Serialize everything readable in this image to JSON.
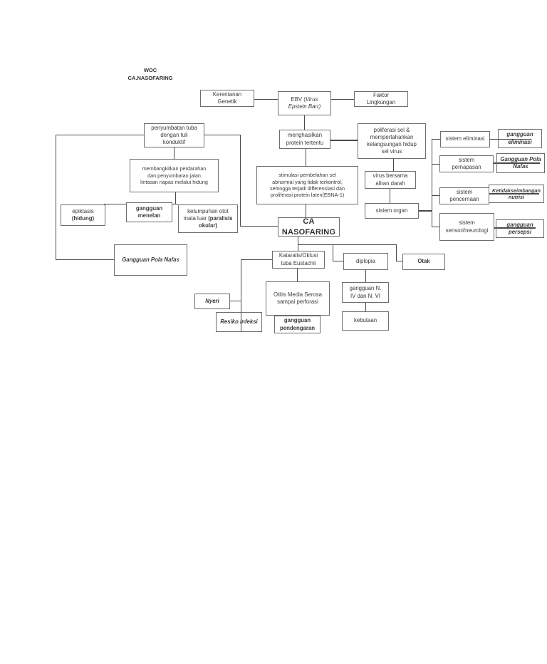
{
  "title": {
    "line1": "WOC",
    "line2": "CA.NASOFARING"
  },
  "colors": {
    "line": "#4a4a4a",
    "box_border": "#6e6e6e",
    "text": "#3a3a3a",
    "background": "#ffffff"
  },
  "nodes": {
    "kerentanan_genetik": {
      "label": "Kerentanan\nGenetik"
    },
    "ebv": {
      "part1": "EBV (",
      "part2_italic": "Virus\nEpstein Barr)"
    },
    "faktor_lingkungan": {
      "label": "Faktor\nLingkungan"
    },
    "penyumbatan_tuba": {
      "label": "penyumbatan tuba\ndengan tuli\nkonduktif"
    },
    "menghasilkan_protein": {
      "label": "menghasilkan\nprotein tertentu"
    },
    "poliferasi_sel": {
      "label": "poliferasi sel &\nmempertahankan\nkelangsungan hidup\nsel virus"
    },
    "virus_aliran_darah": {
      "label": "virus bersama\naliran darah"
    },
    "sistem_organ": {
      "label": "sistem organ"
    },
    "sistem_eliminasi": {
      "label": "sistem eliminasi"
    },
    "gangguan_eliminasi": {
      "label": "gangguan\neliminasi"
    },
    "sistem_pernapasan": {
      "label": "sistem\npernapasan"
    },
    "gangguan_pola_nafas_kanan": {
      "label": "Gangguan Pola\nNafas"
    },
    "sistem_pencernaan": {
      "label": "sistem\npencernaan"
    },
    "ketidakseimbangan_nutrisi": {
      "label": "Ketidakseimbangan\nnutrisi"
    },
    "sistem_sensori": {
      "label": "sistem\nsensori/neurologi"
    },
    "gangguan_persepsi": {
      "label": "gangguan\npersepsi"
    },
    "stimulasi": {
      "label": "stimulasi pembelahan sel\nabnormal yang tidak terkontrol,\nsehingga terjadi differensiasi dan\nproliferasi protein laten(EBNA-1)"
    },
    "ca_nasofaring": {
      "label": "CA NASOFARING"
    },
    "membangkitkan": {
      "label": "membangkitkan perdarahan\ndan penyumbatan jalan\nlintasan napas melalui hidung"
    },
    "epiktasis": {
      "part1": "epiktasis\n",
      "part2_bold": "(hidung)"
    },
    "gangguan_menelan": {
      "label": "gangguan\nmenelan"
    },
    "kelumpuhan": {
      "part1": "kelumpuhan otot\nmata luar ",
      "part2_bold": "(paralisis\nokular)"
    },
    "gangguan_pola_nafas_kiri": {
      "label": "Gangguan Pola Nafas"
    },
    "kataralis": {
      "label": "Kataralis/Oklusi\ntuba Eustachii"
    },
    "diplopia": {
      "label": "diplopia"
    },
    "otak": {
      "label": "Otak"
    },
    "nyeri": {
      "label": "Nyeri"
    },
    "otitis": {
      "label": "Otitis Media Serosa\nsampai perforasi"
    },
    "resiko_infeksi": {
      "label": "Resiko Infeksi"
    },
    "gangguan_pendengaran": {
      "label": "gangguan\npendengaran"
    },
    "gangguan_nervus": {
      "label": "gangguan N.\nIV dan N. VI"
    },
    "kebutaan": {
      "label": "kebutaan"
    }
  }
}
